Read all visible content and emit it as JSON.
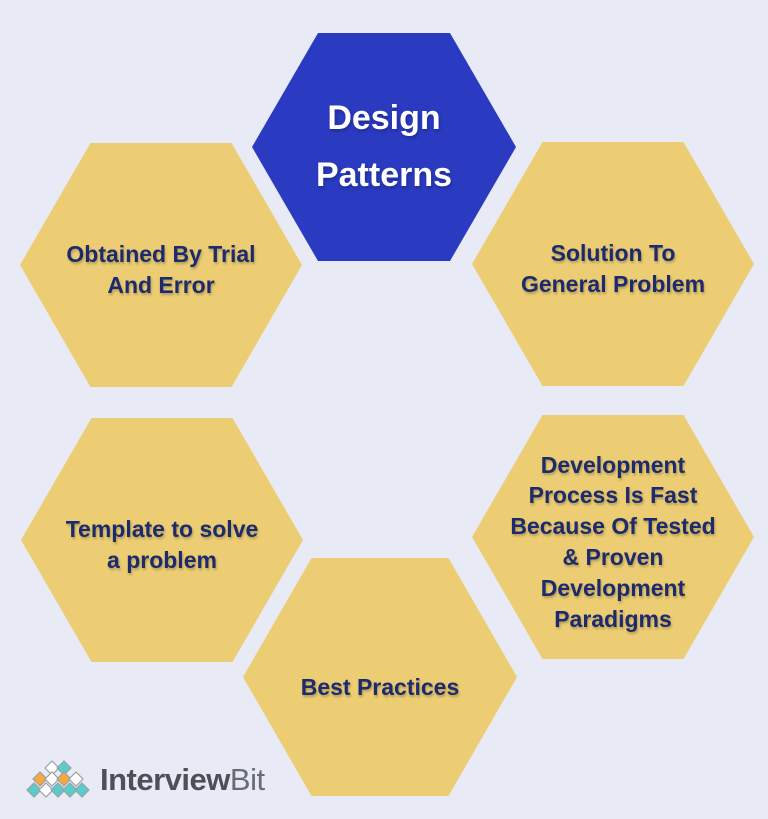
{
  "title_hexagon": {
    "name": "design-patterns",
    "label": "Design\nPatterns"
  },
  "hexagons": [
    {
      "name": "obtained-by-trial-and-error",
      "label": "Obtained By Trial\nAnd Error"
    },
    {
      "name": "solution-to-general-problem",
      "label": "Solution To\nGeneral Problem"
    },
    {
      "name": "template-to-solve-a-problem",
      "label": "Template to solve\na problem"
    },
    {
      "name": "development-process-fast",
      "label": "Development\nProcess Is Fast\nBecause Of Tested\n& Proven\nDevelopment\nParadigms"
    },
    {
      "name": "best-practices",
      "label": "Best Practices"
    }
  ],
  "logo": {
    "brand_bold": "Interview",
    "brand_light": "Bit"
  },
  "colors": {
    "background": "#e8ebf5",
    "hex_blue": "#2b3bc1",
    "hex_yellow": "#eccd73",
    "text_navy": "#1d2a6e",
    "text_white": "#ffffff",
    "logo_teal": "#5accc9",
    "logo_orange": "#f6a83f",
    "logo_white": "#ffffff",
    "logo_stroke": "#9aa0a6"
  }
}
